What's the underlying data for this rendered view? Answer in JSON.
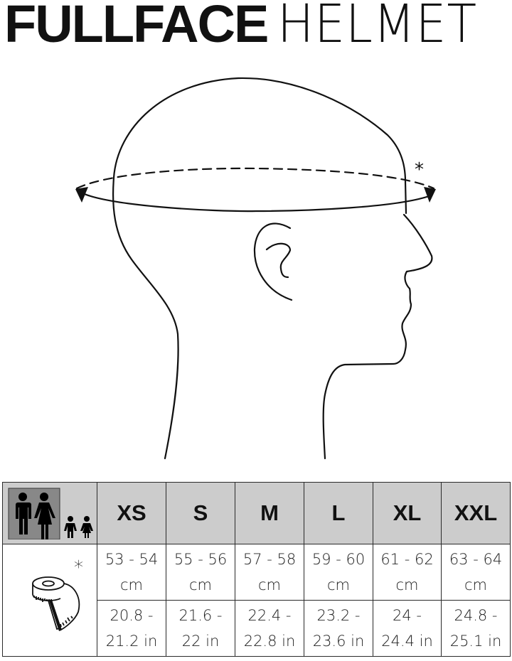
{
  "title": {
    "bold": "FULLFACE",
    "light": "HELMET"
  },
  "illustration": {
    "subject": "head-profile-measurement",
    "annotation": "*",
    "measure_line": "dashed-ellipse-with-arrows"
  },
  "table": {
    "header_icon": "adult-and-child-figures-icon",
    "row_icon": "measuring-tape-icon",
    "row_icon_mark": "*",
    "sizes": [
      "XS",
      "S",
      "M",
      "L",
      "XL",
      "XXL"
    ],
    "cm": [
      {
        "range": "53 - 54",
        "unit": "cm"
      },
      {
        "range": "55 - 56",
        "unit": "cm"
      },
      {
        "range": "57 - 58",
        "unit": "cm"
      },
      {
        "range": "59 - 60",
        "unit": "cm"
      },
      {
        "range": "61 - 62",
        "unit": "cm"
      },
      {
        "range": "63 - 64",
        "unit": "cm"
      }
    ],
    "in": [
      {
        "from": "20.8 -",
        "to": "21.2 in"
      },
      {
        "from": "21.6 -",
        "to": "22 in"
      },
      {
        "from": "22.4 -",
        "to": "22.8 in"
      },
      {
        "from": "23.2 -",
        "to": "23.6 in"
      },
      {
        "from": "24 -",
        "to": "24.4 in"
      },
      {
        "from": "24.8 -",
        "to": "25.1 in"
      }
    ]
  },
  "colors": {
    "header_bg": "#cccccc",
    "icon_box": "#888888",
    "line": "#111111"
  }
}
